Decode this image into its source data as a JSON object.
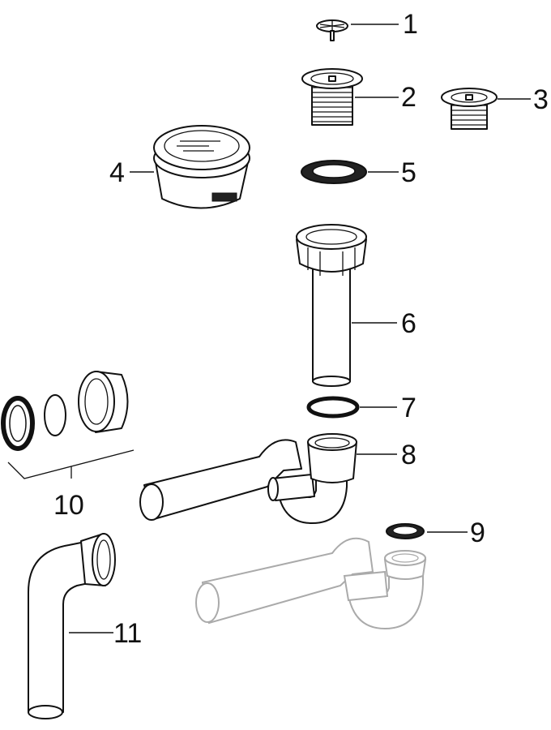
{
  "diagram": {
    "title": "Exploded view of sink drain trap set",
    "labels": [
      "1",
      "2",
      "3",
      "4",
      "5",
      "6",
      "7",
      "8",
      "9",
      "10",
      "11"
    ],
    "line_color": "#111111",
    "faded_color": "#aaaaaa"
  }
}
